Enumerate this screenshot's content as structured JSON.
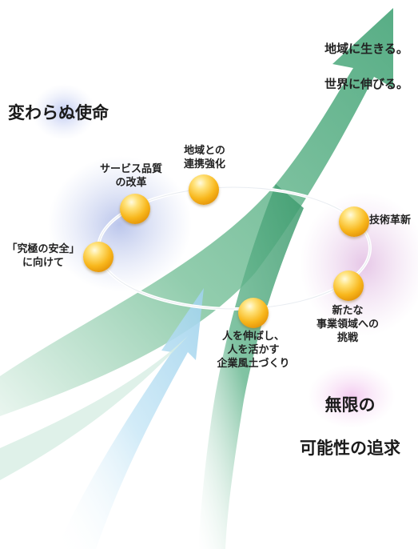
{
  "top_right": {
    "line1": "地域に生きる。",
    "line2": "世界に伸びる。"
  },
  "left_title": "変わらぬ使命",
  "right_title": {
    "line1": "無限の",
    "line2": "可能性の追求"
  },
  "ring_items": [
    {
      "id": "regional",
      "text": "地域との\n連携強化"
    },
    {
      "id": "service",
      "text": "サービス品質\nの改革"
    },
    {
      "id": "safety",
      "text": "「究極の安全」\nに向けて"
    },
    {
      "id": "people",
      "text": "人を伸ばし、\n人を活かす\n企業風土づくり"
    },
    {
      "id": "newbiz",
      "text": "新たな\n事業領域への\n挑戦"
    },
    {
      "id": "tech",
      "text": "技術革新"
    }
  ],
  "colors": {
    "arrow_green": "#5fb38a",
    "arrow_dark": "#3f9a6f",
    "arrow_blue": "#a8d6ee",
    "ring": "#ffffff",
    "ball": "#f8b71c"
  }
}
